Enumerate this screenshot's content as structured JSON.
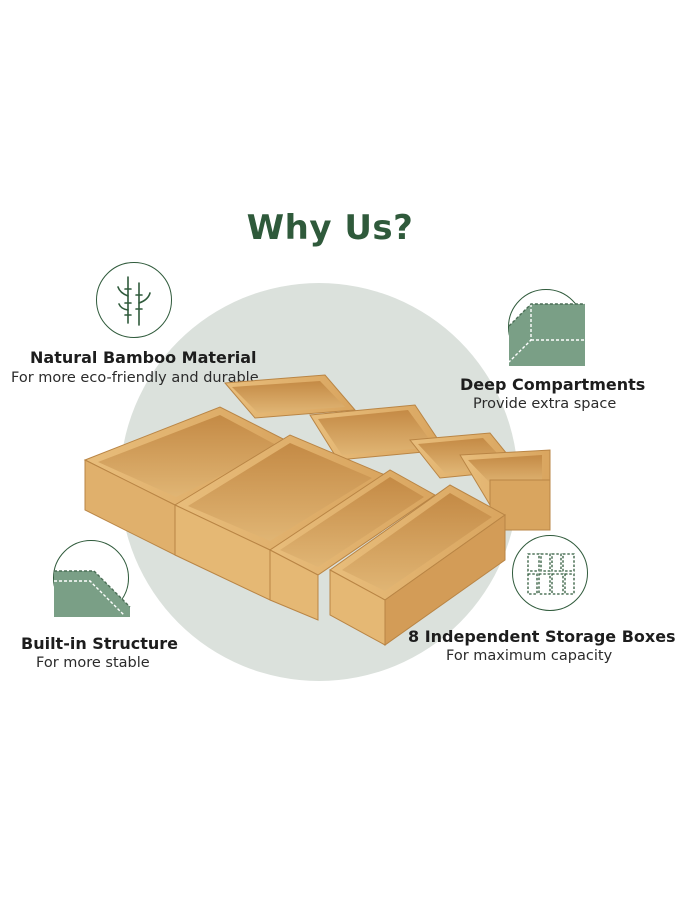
{
  "heading": "Why Us?",
  "colors": {
    "brand_green": "#2f5a3b",
    "circle_bg": "#dbe1dc",
    "bamboo": "#e2b571"
  },
  "features": [
    {
      "title": "Natural Bamboo Material",
      "subtitle": "For more eco-friendly and durable",
      "icon": "bamboo-icon"
    },
    {
      "title": "Deep Compartments",
      "subtitle": "Provide extra space",
      "icon": "deep-compartment-icon"
    },
    {
      "title": "Built-in Structure",
      "subtitle": "For more stable",
      "icon": "corner-structure-icon"
    },
    {
      "title": "8 Independent Storage Boxes",
      "subtitle": "For maximum capacity",
      "icon": "storage-boxes-grid-icon"
    }
  ]
}
